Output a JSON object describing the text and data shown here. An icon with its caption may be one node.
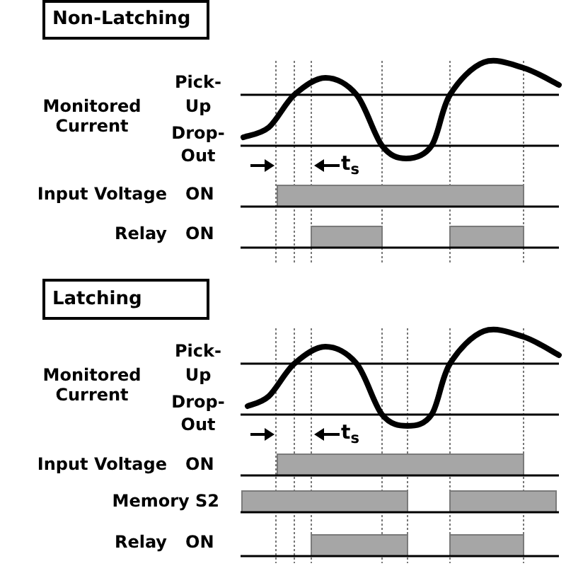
{
  "diagram": {
    "nodes": [
      {
        "text": [
          "Non-Latching"
        ]
      },
      {
        "text": [
          "Latching"
        ]
      }
    ],
    "labels": [
      "Monitored Current",
      "Pick-Up",
      "Drop-Out",
      "t$_{s}$",
      "Input Voltage",
      "ON",
      "Relay",
      "ON",
      "Monitored Current",
      "Pick-Up",
      "Drop-Out",
      "t$_{s}$",
      "Input Voltage",
      "ON",
      "Memory S2",
      "Relay",
      "ON"
    ]
  }
}
